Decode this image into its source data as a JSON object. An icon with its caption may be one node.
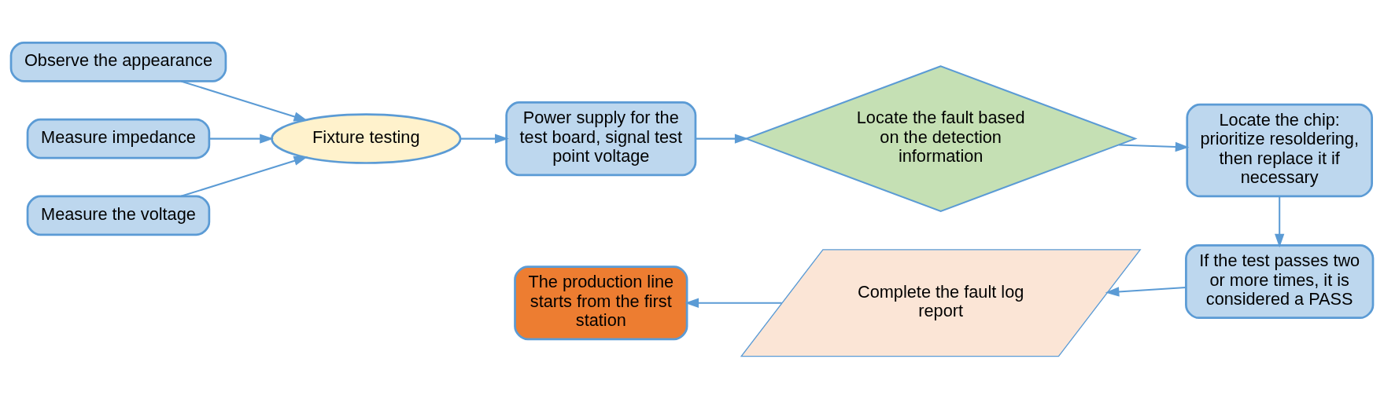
{
  "diagram": {
    "nodes": [
      {
        "text": [
          "Observe the appearance"
        ]
      },
      {
        "text": [
          "Measure impedance"
        ]
      },
      {
        "text": [
          "Measure the voltage"
        ]
      },
      {
        "text": [
          "Fixture testing"
        ]
      },
      {
        "text": [
          "Power supply for the test board, signal test point voltage"
        ]
      },
      {
        "text": [
          "Locate the fault based on the detection information"
        ]
      },
      {
        "text": [
          "Locate the chip: prioritize resoldering, then replace it if necessary"
        ]
      },
      {
        "text": [
          "If the test passes two or more times, it is considered a PASS"
        ]
      },
      {
        "text": [
          "Complete the fault log report"
        ]
      },
      {
        "text": [
          "The production line starts from the first station"
        ]
      }
    ],
    "edges": [
      {
        "from": 0,
        "to": 3,
        "arrow": "to"
      },
      {
        "from": 1,
        "to": 3,
        "arrow": "to"
      },
      {
        "from": 2,
        "to": 3,
        "arrow": "to"
      },
      {
        "from": 3,
        "to": 4,
        "arrow": "to"
      },
      {
        "from": 4,
        "to": 5,
        "arrow": "to"
      },
      {
        "from": 5,
        "to": 6,
        "arrow": "to"
      },
      {
        "from": 6,
        "to": 7,
        "arrow": "to"
      },
      {
        "from": 7,
        "to": 8,
        "arrow": "to"
      },
      {
        "from": 8,
        "to": 9,
        "arrow": "to"
      }
    ]
  }
}
